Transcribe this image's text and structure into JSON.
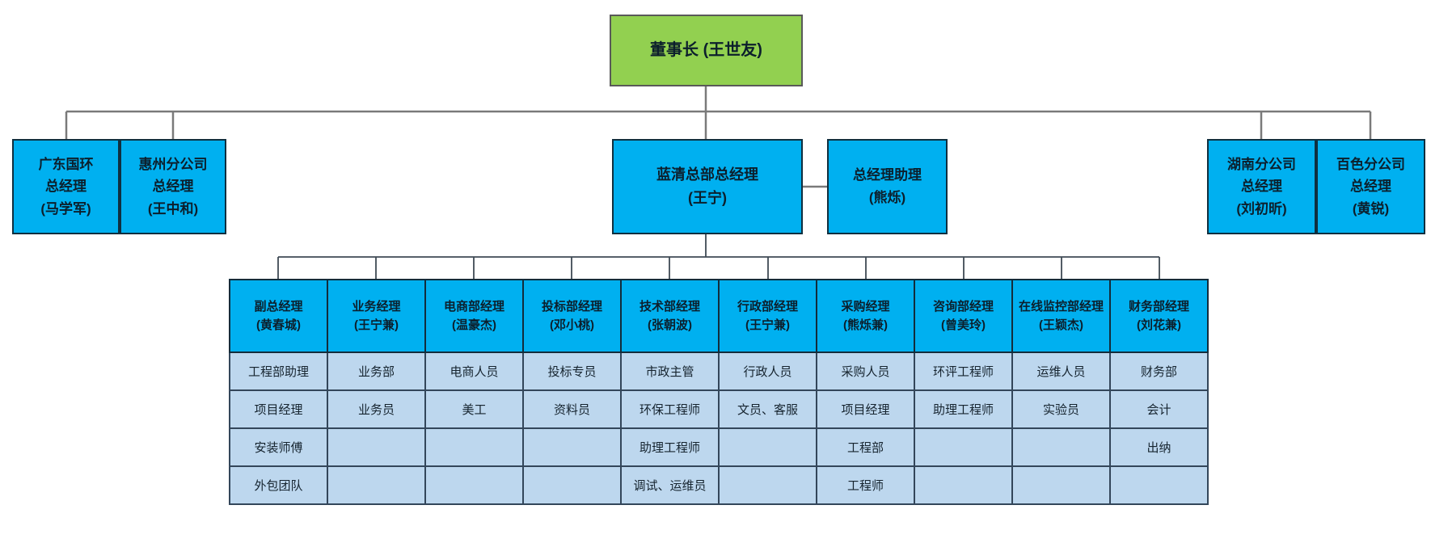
{
  "colors": {
    "chairman_bg": "#92D050",
    "manager_bg": "#00B0F0",
    "staff_cell_bg": "#BDD7EE",
    "connector_gray": "#7a7a7a",
    "table_border": "#33465a"
  },
  "chairman": {
    "label": "董事长 (王世友)"
  },
  "branches_left": [
    {
      "name": "广东国环",
      "title": "总经理",
      "person": "(马学军)"
    },
    {
      "name": "惠州分公司",
      "title": "总经理",
      "person": "(王中和)"
    }
  ],
  "headquarters": {
    "title": "蓝清总部总经理",
    "person": "(王宁)"
  },
  "assistant": {
    "title": "总经理助理",
    "person": "(熊烁)"
  },
  "branches_right": [
    {
      "name": "湖南分公司",
      "title": "总经理",
      "person": "(刘初昕)"
    },
    {
      "name": "百色分公司",
      "title": "总经理",
      "person": "(黄锐)"
    }
  ],
  "departments": [
    {
      "title": "副总经理",
      "person": "(黄春城)",
      "staff": [
        "工程部助理",
        "项目经理",
        "安装师傅",
        "外包团队"
      ]
    },
    {
      "title": "业务经理",
      "person": "(王宁兼)",
      "staff": [
        "业务部",
        "业务员",
        "",
        ""
      ]
    },
    {
      "title": "电商部经理",
      "person": "(温豪杰)",
      "staff": [
        "电商人员",
        "美工",
        "",
        ""
      ]
    },
    {
      "title": "投标部经理",
      "person": "(邓小桃)",
      "staff": [
        "投标专员",
        "资料员",
        "",
        ""
      ]
    },
    {
      "title": "技术部经理",
      "person": "(张朝波)",
      "staff": [
        "市政主管",
        "环保工程师",
        "助理工程师",
        "调试、运维员"
      ]
    },
    {
      "title": "行政部经理",
      "person": "(王宁兼)",
      "staff": [
        "行政人员",
        "文员、客服",
        "",
        ""
      ]
    },
    {
      "title": "采购经理",
      "person": "(熊烁兼)",
      "staff": [
        "采购人员",
        "项目经理",
        "工程部",
        "工程师"
      ]
    },
    {
      "title": "咨询部经理",
      "person": "(曾美玲)",
      "staff": [
        "环评工程师",
        "助理工程师",
        "",
        ""
      ]
    },
    {
      "title": "在线监控部经理",
      "person": "(王颖杰)",
      "staff": [
        "运维人员",
        "实验员",
        "",
        ""
      ]
    },
    {
      "title": "财务部经理",
      "person": "(刘花兼)",
      "staff": [
        "财务部",
        "会计",
        "出纳",
        ""
      ]
    }
  ]
}
